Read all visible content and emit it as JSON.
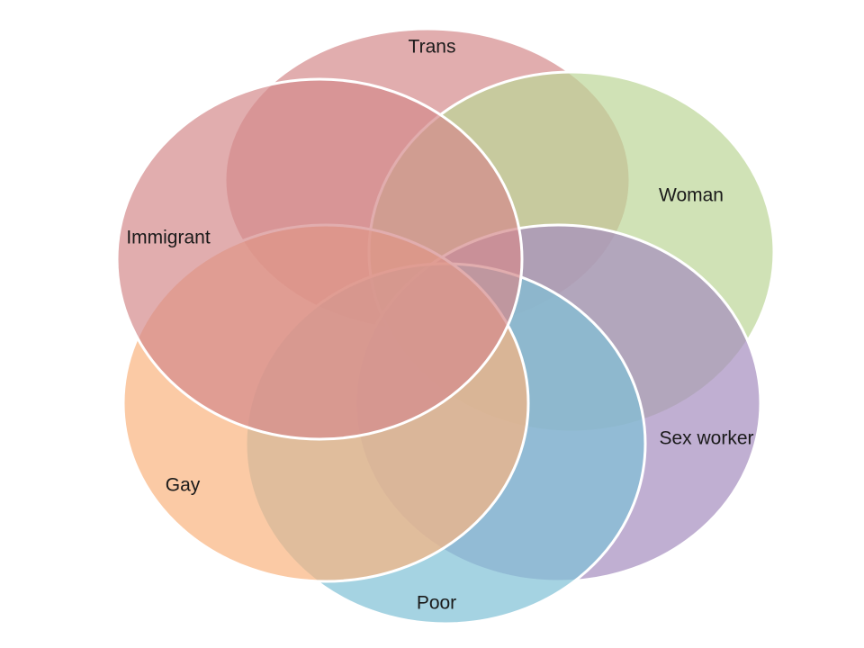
{
  "diagram": {
    "sets": [
      {
        "id": "trans",
        "label": "Trans",
        "color": "#d48a8c"
      },
      {
        "id": "woman",
        "label": "Woman",
        "color": "#bcd697"
      },
      {
        "id": "sex-worker",
        "label": "Sex worker",
        "color": "#a58dbf"
      },
      {
        "id": "poor",
        "label": "Poor",
        "color": "#7fc1d6"
      },
      {
        "id": "gay",
        "label": "Gay",
        "color": "#f9b37f"
      },
      {
        "id": "immigrant",
        "label": "Immigrant",
        "color": "#d48a8c"
      }
    ]
  }
}
